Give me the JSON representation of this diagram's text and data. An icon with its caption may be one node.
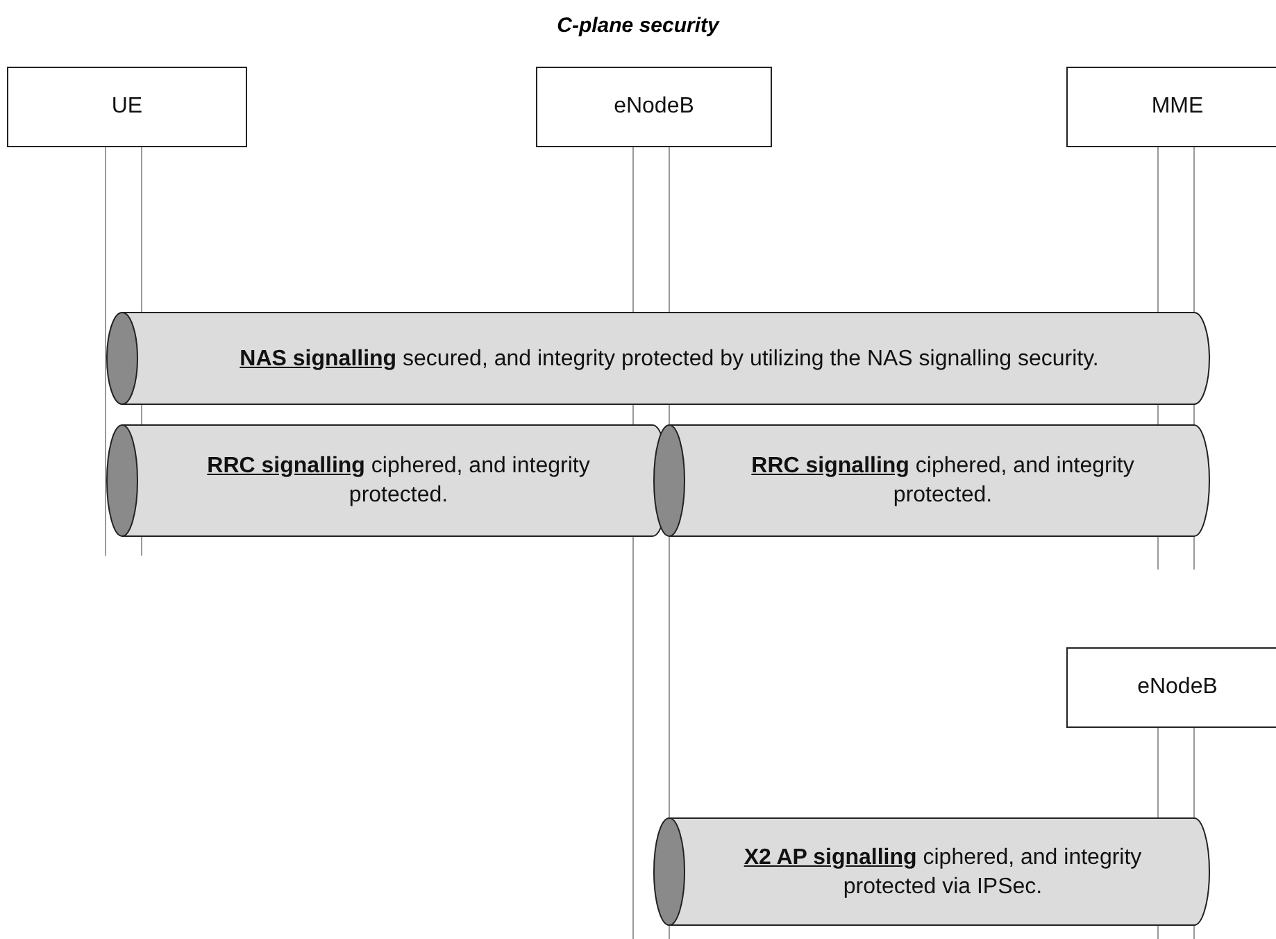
{
  "diagram": {
    "title": "C-plane security",
    "nodes": [
      {
        "text": [
          "UE"
        ]
      },
      {
        "text": [
          "eNodeB"
        ]
      },
      {
        "text": [
          "MME"
        ]
      },
      {
        "text": [
          "**NAS signalling** secured, and integrity protected by utilizing the NAS signalling security."
        ]
      },
      {
        "text": [
          "**RRC signalling** ciphered, and integrity protected."
        ]
      },
      {
        "text": [
          "**RRC signalling** ciphered, and integrity protected."
        ]
      },
      {
        "text": [
          "eNodeB"
        ]
      },
      {
        "text": [
          "**X2 AP signalling** ciphered, and integrity protected via IPSec."
        ]
      }
    ]
  }
}
